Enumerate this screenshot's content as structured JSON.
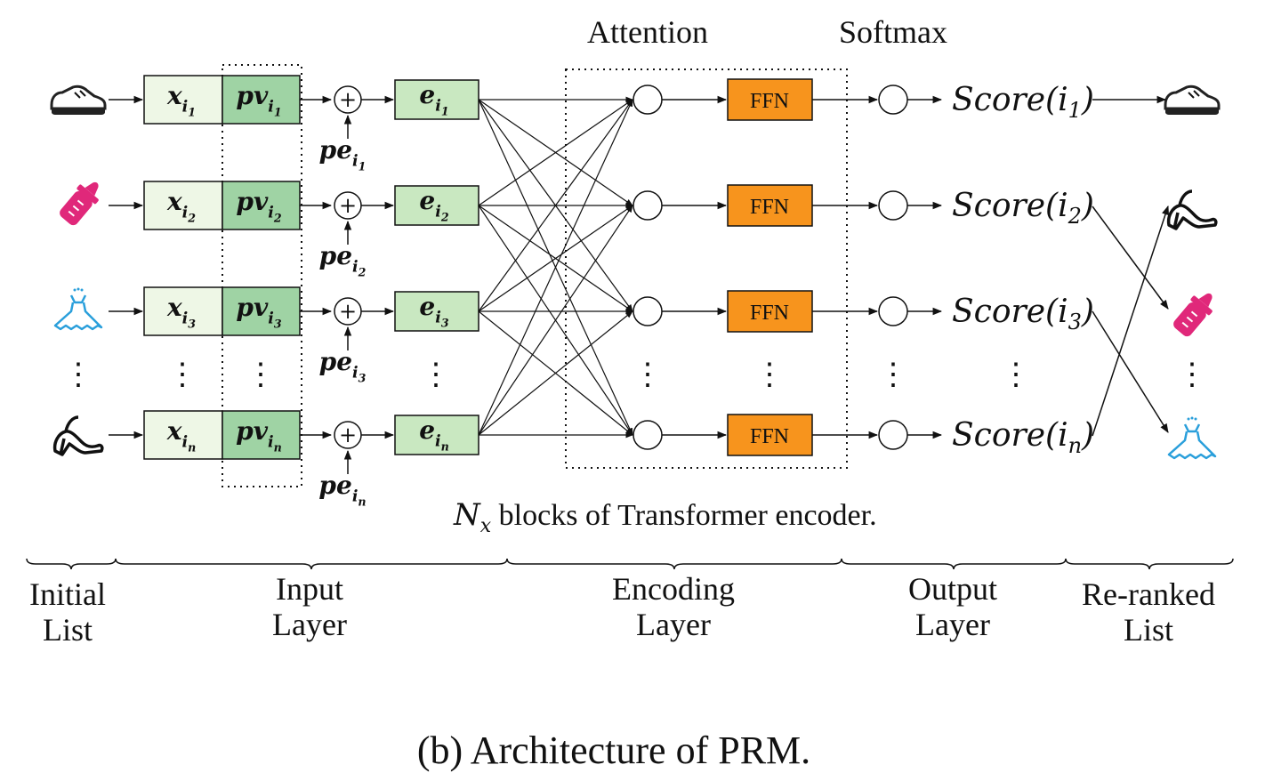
{
  "headers": {
    "attention": "Attention",
    "softmax": "Softmax"
  },
  "rows": [
    {
      "idx": "1",
      "initial_icon": "sneaker-icon",
      "reranked_icon": "sneaker-icon"
    },
    {
      "idx": "2",
      "initial_icon": "baby-bottle-icon",
      "reranked_icon": "high-heel-icon"
    },
    {
      "idx": "3",
      "initial_icon": "dress-icon",
      "reranked_icon": "baby-bottle-icon"
    },
    {
      "idx": "n",
      "initial_icon": "high-heel-icon",
      "reranked_icon": "dress-icon"
    }
  ],
  "labels": {
    "x": "x",
    "pv": "pv",
    "pe": "pe",
    "e": "e",
    "i": "i",
    "ffn": "FFN",
    "score": "Score",
    "plus": "+",
    "ellipsis": "⋮"
  },
  "encoder_caption": {
    "symbol": "N",
    "sub": "x",
    "rest": " blocks of Transformer encoder."
  },
  "sections": [
    {
      "line1": "Initial",
      "line2": "List"
    },
    {
      "line1": "Input",
      "line2": "Layer"
    },
    {
      "line1": "Encoding",
      "line2": "Layer"
    },
    {
      "line1": "Output",
      "line2": "Layer"
    },
    {
      "line1": "Re-ranked",
      "line2": "List"
    }
  ],
  "figure_caption": "(b) Architecture of PRM.",
  "colors": {
    "x_box": "#eef7e6",
    "pv_box": "#9fd3a4",
    "e_box": "#c9e8c1",
    "ffn_box": "#f7941d",
    "pink": "#e0287a",
    "blue": "#2a9fdb"
  }
}
